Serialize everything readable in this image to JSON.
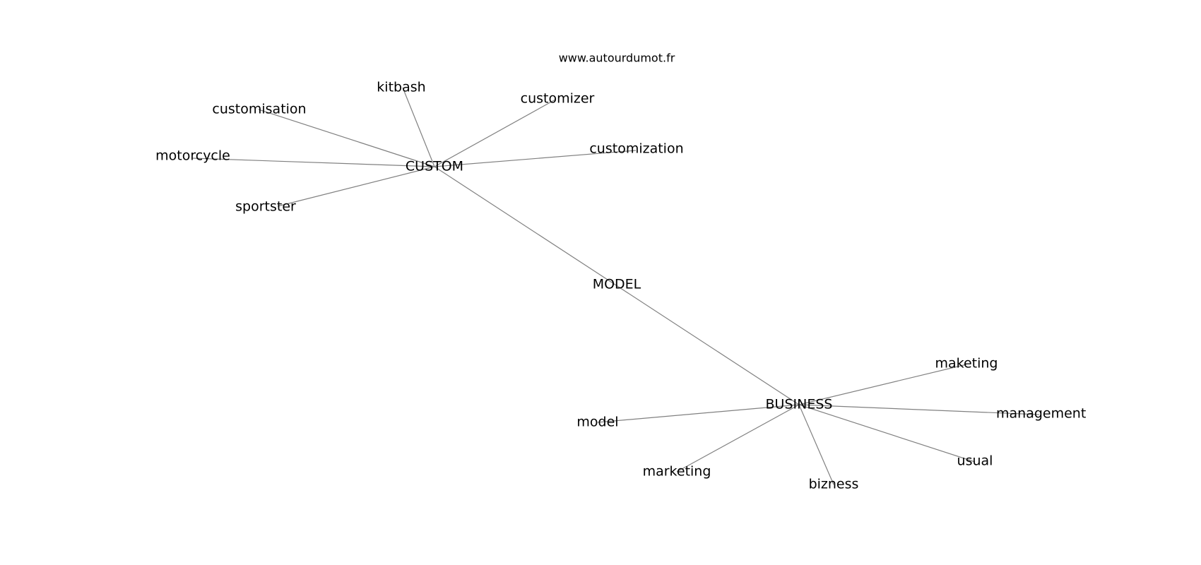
{
  "source": "www.autourdumot.fr",
  "nodes": [
    {
      "id": "custom",
      "label": "CUSTOM"
    },
    {
      "id": "model_hub",
      "label": "MODEL"
    },
    {
      "id": "business",
      "label": "BUSINESS"
    },
    {
      "id": "kitbash",
      "label": "kitbash"
    },
    {
      "id": "customisation",
      "label": "customisation"
    },
    {
      "id": "customizer",
      "label": "customizer"
    },
    {
      "id": "customization",
      "label": "customization"
    },
    {
      "id": "motorcycle",
      "label": "motorcycle"
    },
    {
      "id": "sportster",
      "label": "sportster"
    },
    {
      "id": "maketing",
      "label": "maketing"
    },
    {
      "id": "management",
      "label": "management"
    },
    {
      "id": "model",
      "label": "model"
    },
    {
      "id": "marketing",
      "label": "marketing"
    },
    {
      "id": "bizness",
      "label": "bizness"
    },
    {
      "id": "usual",
      "label": "usual"
    }
  ],
  "edges": [
    [
      "custom",
      "kitbash"
    ],
    [
      "custom",
      "customisation"
    ],
    [
      "custom",
      "customizer"
    ],
    [
      "custom",
      "customization"
    ],
    [
      "custom",
      "motorcycle"
    ],
    [
      "custom",
      "sportster"
    ],
    [
      "custom",
      "business"
    ],
    [
      "business",
      "maketing"
    ],
    [
      "business",
      "management"
    ],
    [
      "business",
      "model"
    ],
    [
      "business",
      "marketing"
    ],
    [
      "business",
      "bizness"
    ],
    [
      "business",
      "usual"
    ]
  ]
}
